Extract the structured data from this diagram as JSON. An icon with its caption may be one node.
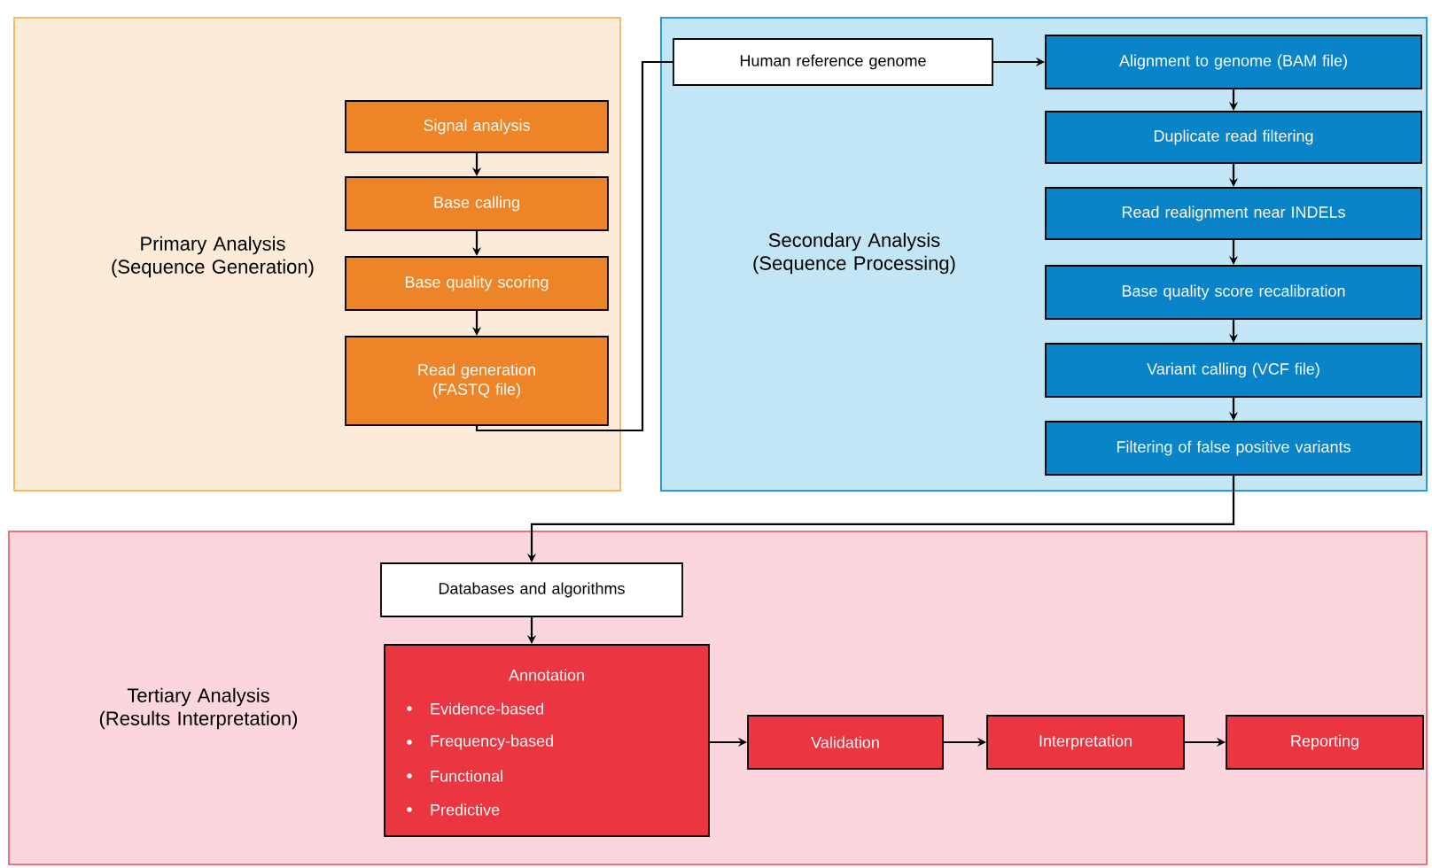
{
  "diagram": {
    "nodes": [
      {
        "text": [
          "Primary Analysis (Sequence Generation)"
        ]
      },
      {
        "text": [
          "Signal analysis"
        ],
        "in": 0
      },
      {
        "text": [
          "Base calling"
        ],
        "in": 0
      },
      {
        "text": [
          "Base quality scoring"
        ],
        "in": 0
      },
      {
        "text": [
          "Read generation (FASTQ file)"
        ],
        "in": 0
      },
      {
        "text": [
          "Secondary Analysis (Sequence Processing)"
        ]
      },
      {
        "text": [
          "Human reference genome"
        ],
        "in": 5
      },
      {
        "text": [
          "Alignment to genome (BAM file)"
        ],
        "in": 5
      },
      {
        "text": [
          "Duplicate read filtering"
        ],
        "in": 5
      },
      {
        "text": [
          "Read realignment near INDELs"
        ],
        "in": 5
      },
      {
        "text": [
          "Base quality score recalibration"
        ],
        "in": 5
      },
      {
        "text": [
          "Variant calling (VCF file)"
        ],
        "in": 5
      },
      {
        "text": [
          "Filtering of false positive variants"
        ],
        "in": 5
      },
      {
        "text": [
          "Tertiary Analysis (Results Interpretation)"
        ]
      },
      {
        "text": [
          "Databases and algorithms"
        ],
        "in": 13
      },
      {
        "text": [
          "Annotation",
          "Evidence-based",
          "Frequency-based",
          "Functional",
          "Predictive"
        ],
        "in": 13
      },
      {
        "text": [
          "Validation"
        ],
        "in": 13
      },
      {
        "text": [
          "Interpretation"
        ],
        "in": 13
      },
      {
        "text": [
          "Reporting"
        ],
        "in": 13
      }
    ],
    "edges": [
      {
        "from": 1,
        "to": 2,
        "arrow": "to"
      },
      {
        "from": 2,
        "to": 3,
        "arrow": "to"
      },
      {
        "from": 3,
        "to": 4,
        "arrow": "to"
      },
      {
        "from": 4,
        "to": 6,
        "arrow": "none"
      },
      {
        "from": 6,
        "to": 7,
        "arrow": "to"
      },
      {
        "from": 7,
        "to": 8,
        "arrow": "to"
      },
      {
        "from": 8,
        "to": 9,
        "arrow": "to"
      },
      {
        "from": 9,
        "to": 10,
        "arrow": "to"
      },
      {
        "from": 10,
        "to": 11,
        "arrow": "to"
      },
      {
        "from": 11,
        "to": 12,
        "arrow": "to"
      },
      {
        "from": 12,
        "to": 14,
        "arrow": "to"
      },
      {
        "from": 14,
        "to": 15,
        "arrow": "to"
      },
      {
        "from": 15,
        "to": 16,
        "arrow": "to"
      },
      {
        "from": 16,
        "to": 17,
        "arrow": "to"
      },
      {
        "from": 17,
        "to": 18,
        "arrow": "to"
      }
    ]
  }
}
